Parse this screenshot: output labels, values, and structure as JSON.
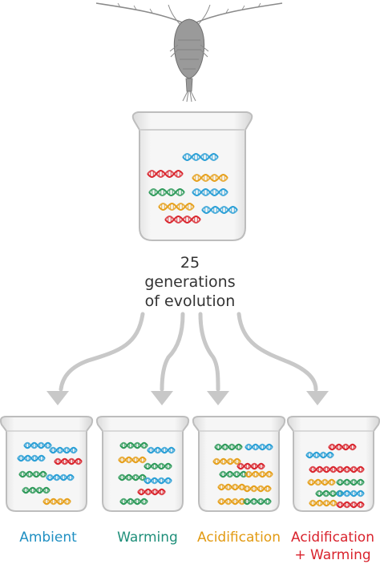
{
  "caption": {
    "line1": "25",
    "line2": "generations",
    "line3": "of evolution"
  },
  "conditions": [
    {
      "label": "Ambient",
      "label2": "",
      "color": "#1f8fc2"
    },
    {
      "label": "Warming",
      "label2": "",
      "color": "#1f8f7a"
    },
    {
      "label": "Acidification",
      "label2": "",
      "color": "#e29a12"
    },
    {
      "label": "Acidification",
      "label2": "+ Warming",
      "color": "#d9232d"
    }
  ],
  "colors": {
    "blue": "#2a9fd6",
    "green": "#2e9a5a",
    "orange": "#e6a01c",
    "red": "#d9262e",
    "arrow": "#c8c8c8",
    "copepod": "#8a8a8a"
  },
  "icons": [
    "copepod-icon",
    "beaker-icon",
    "dna-helix-icon",
    "arrow-icon"
  ]
}
